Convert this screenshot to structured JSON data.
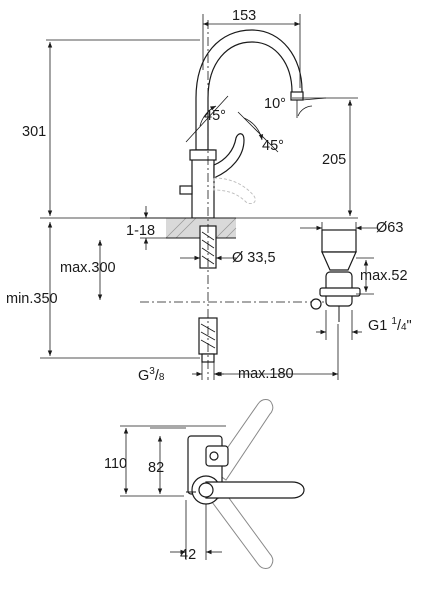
{
  "colors": {
    "line": "#1a1a1a",
    "ghost": "#888888",
    "hatch": "#d9d9d9",
    "background": "#ffffff"
  },
  "dimensions": {
    "width_top": "153",
    "height_total": "301",
    "angle_spout_tilt": "10°",
    "angle_handle_upper": "45°",
    "angle_handle_lower": "45°",
    "spout_height": "205",
    "deck_thickness": "1-18",
    "hole_diameter": "Ø 33,5",
    "pop_up_diameter": "Ø63",
    "max_300": "max.300",
    "max_52": "max.52",
    "min_350": "min.350",
    "g1_prefix": "G1 ",
    "g1_sup": "1",
    "g1_slash": "/",
    "g1_sub": "4",
    "g1_suffix": "\"",
    "g38_prefix": "G",
    "g38_sup": "3",
    "g38_slash": "/",
    "g38_sub": "8",
    "max_180": "max.180",
    "plan_110": "110",
    "plan_82": "82",
    "plan_42": "42"
  }
}
